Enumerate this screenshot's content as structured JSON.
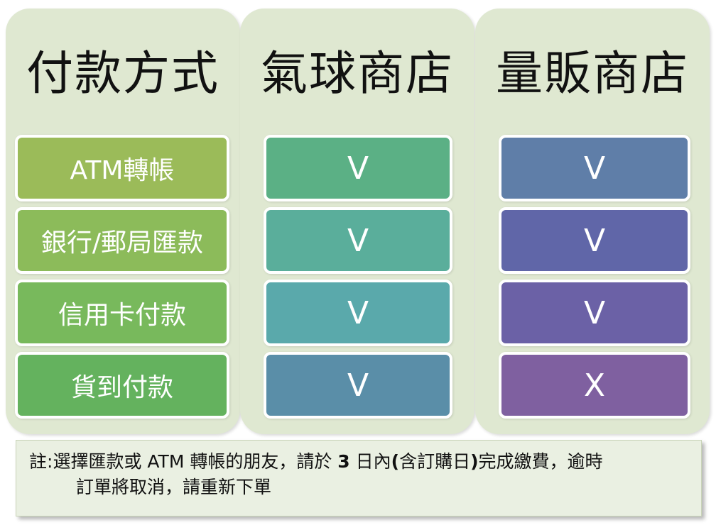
{
  "columns": [
    {
      "header": "付款方式",
      "cells": [
        "ATM轉帳",
        "銀行/郵局匯款",
        "信用卡付款",
        "貨到付款"
      ],
      "colors": [
        "#9bbb59",
        "#8cbb5a",
        "#78b95c",
        "#64b25e"
      ]
    },
    {
      "header": "氣球商店",
      "cells": [
        "V",
        "V",
        "V",
        "V"
      ],
      "colors": [
        "#5bb085",
        "#5aae9b",
        "#5aa9ab",
        "#5a8ea8"
      ]
    },
    {
      "header": "量販商店",
      "cells": [
        "V",
        "V",
        "V",
        "X"
      ],
      "colors": [
        "#5f7ea8",
        "#6066a8",
        "#6b61a6",
        "#7f60a0"
      ]
    }
  ],
  "note": {
    "prefix": "註:",
    "part1": "選擇匯款或 ATM 轉帳的朋友，請於 ",
    "bold1": "3",
    "part2": " 日內",
    "bold2": "(",
    "part3": "含訂購日",
    "bold3": ")",
    "part4": "完成繳費，逾時",
    "line2": "訂單將取消，請重新下單"
  }
}
